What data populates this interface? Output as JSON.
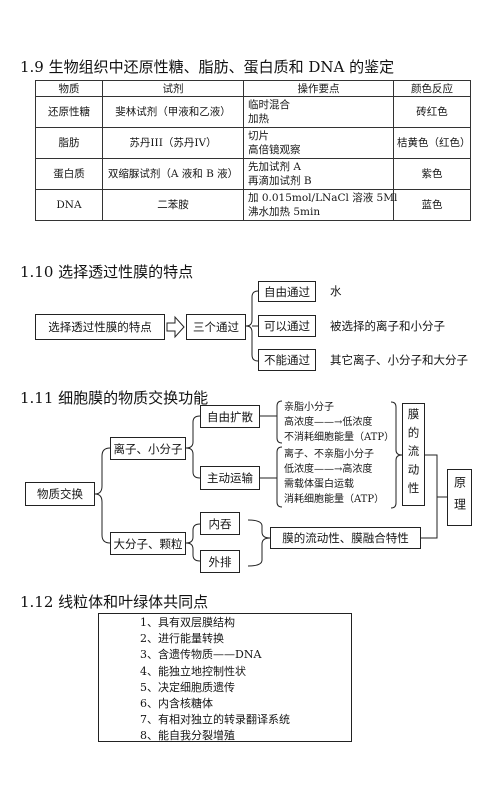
{
  "s19": {
    "title": "1.9 生物组织中还原性糖、脂肪、蛋白质和 DNA 的鉴定",
    "table": {
      "headers": [
        "物质",
        "试剂",
        "操作要点",
        "颜色反应"
      ],
      "rows": [
        {
          "substance": "还原性糖",
          "reagent": "斐林试剂（甲液和乙液）",
          "steps": [
            "临时混合",
            "加热"
          ],
          "color": "砖红色"
        },
        {
          "substance": "脂肪",
          "reagent": "苏丹III（苏丹IV）",
          "steps": [
            "切片",
            "高倍镜观察"
          ],
          "color": "桔黄色（红色）"
        },
        {
          "substance": "蛋白质",
          "reagent": "双缩脲试剂（A 液和 B 液）",
          "steps": [
            "先加试剂 A",
            "再滴加试剂 B"
          ],
          "color": "紫色"
        },
        {
          "substance": "DNA",
          "reagent": "二苯胺",
          "steps": [
            "加 0.015mol/LNaCl 溶液 5Ml",
            "沸水加热 5min"
          ],
          "color": "蓝色"
        }
      ]
    }
  },
  "s110": {
    "title": "1.10 选择透过性膜的特点",
    "root": "选择透过性膜的特点",
    "hub": "三个通过",
    "branches": [
      {
        "label": "自由通过",
        "desc": "水"
      },
      {
        "label": "可以通过",
        "desc": "被选择的离子和小分子"
      },
      {
        "label": "不能通过",
        "desc": "其它离子、小分子和大分子"
      }
    ]
  },
  "s111": {
    "title": "1.11 细胞膜的物质交换功能",
    "root": "物质交换",
    "small": {
      "label": "离子、小分子",
      "passive": {
        "label": "自由扩散",
        "notes": [
          "亲脂小分子",
          "高浓度——→低浓度",
          "不消耗细胞能量（ATP）"
        ]
      },
      "active": {
        "label": "主动运输",
        "notes": [
          "离子、不亲脂小分子",
          "低浓度——→高浓度",
          "需载体蛋白运载",
          "消耗细胞能量（ATP）"
        ]
      },
      "basis": "膜的流动性"
    },
    "large": {
      "label": "大分子、颗粒",
      "endo": "内吞",
      "exo": "外排",
      "basis": "膜的流动性、膜融合特性"
    },
    "principle": "原理"
  },
  "s112": {
    "title": "1.12 线粒体和叶绿体共同点",
    "items": [
      "1、具有双层膜结构",
      "2、进行能量转换",
      "3、含遗传物质——DNA",
      "4、能独立地控制性状",
      "5、决定细胞质遗传",
      "6、内含核糖体",
      "7、有相对独立的转录翻译系统",
      "8、能自我分裂增殖"
    ]
  }
}
